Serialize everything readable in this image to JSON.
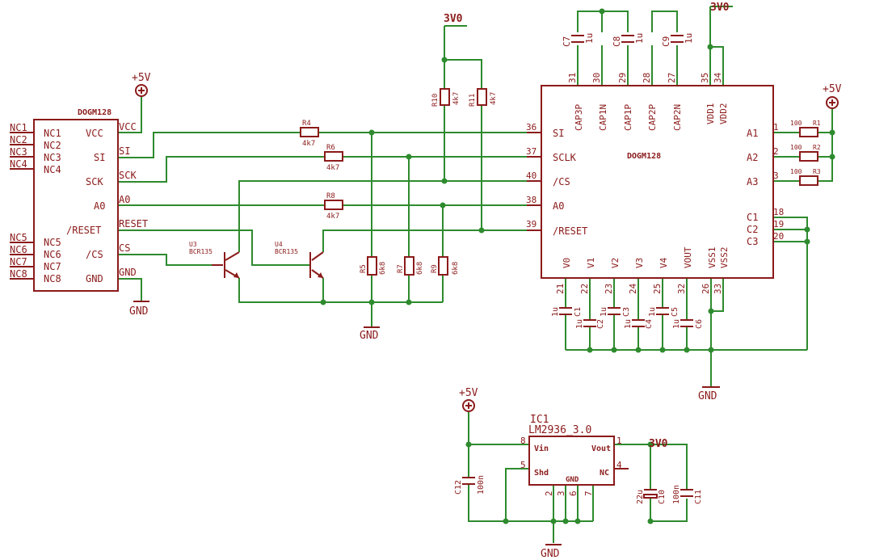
{
  "supplies": {
    "plus5v": "+5V",
    "v3v0": "3V0",
    "gnd": "GND"
  },
  "conn": {
    "name": "DOGM128",
    "pins_left": [
      "NC1",
      "NC2",
      "NC3",
      "NC4",
      "NC5",
      "NC6",
      "NC7",
      "NC8"
    ],
    "inner_left": [
      "NC1",
      "NC2",
      "NC3",
      "NC4",
      "NC5",
      "NC6",
      "NC7",
      "NC8"
    ],
    "inner_right": [
      "VCC",
      "SI",
      "SCK",
      "A0",
      "/RESET",
      "/CS",
      "GND"
    ],
    "nets_right": [
      "VCC",
      "SI",
      "SCK",
      "A0",
      "RESET",
      "CS",
      "GND"
    ]
  },
  "lcd": {
    "name": "DOGM128",
    "left_pins": [
      "SI",
      "SCLK",
      "/CS",
      "A0",
      "/RESET"
    ],
    "left_nums": [
      "36",
      "37",
      "40",
      "38",
      "39"
    ],
    "top_pins": [
      "CAP3P",
      "CAP1N",
      "CAP1P",
      "CAP2P",
      "CAP2N",
      "VDD1",
      "VDD2"
    ],
    "top_nums": [
      "31",
      "30",
      "29",
      "28",
      "27",
      "35",
      "34"
    ],
    "bottom_pins": [
      "V0",
      "V1",
      "V2",
      "V3",
      "V4",
      "VOUT",
      "VSS1",
      "VSS2"
    ],
    "bottom_nums": [
      "21",
      "22",
      "23",
      "24",
      "25",
      "32",
      "26",
      "33"
    ],
    "right_pins": [
      "A1",
      "A2",
      "A3",
      "C1",
      "C2",
      "C3"
    ],
    "right_nums": [
      "1",
      "2",
      "3",
      "18",
      "19",
      "20"
    ]
  },
  "resistors": {
    "r4": {
      "name": "R4",
      "value": "4k7"
    },
    "r6": {
      "name": "R6",
      "value": "4k7"
    },
    "r8": {
      "name": "R8",
      "value": "4k7"
    },
    "r5": {
      "name": "R5",
      "value": "6k8"
    },
    "r7": {
      "name": "R7",
      "value": "6k8"
    },
    "r9": {
      "name": "R9",
      "value": "6k8"
    },
    "r10": {
      "name": "R10",
      "value": "4k7"
    },
    "r11": {
      "name": "R11",
      "value": "4k7"
    },
    "r1": {
      "name": "R1",
      "value": "100"
    },
    "r2": {
      "name": "R2",
      "value": "100"
    },
    "r3": {
      "name": "R3",
      "value": "100"
    }
  },
  "transistors": {
    "u3": {
      "name": "U3",
      "type": "BCR135"
    },
    "u4": {
      "name": "U4",
      "type": "BCR135"
    }
  },
  "caps": {
    "c7": {
      "name": "C7",
      "value": "1u"
    },
    "c8": {
      "name": "C8",
      "value": "1u"
    },
    "c9": {
      "name": "C9",
      "value": "1u"
    },
    "c1": {
      "name": "C1",
      "value": "1u"
    },
    "c2": {
      "name": "C2",
      "value": "1u"
    },
    "c3": {
      "name": "C3",
      "value": "1u"
    },
    "c4": {
      "name": "C4",
      "value": "1u"
    },
    "c5": {
      "name": "C5",
      "value": "1u"
    },
    "c6": {
      "name": "C6",
      "value": "1u"
    },
    "c10": {
      "name": "C10",
      "value": "22u"
    },
    "c11": {
      "name": "C11",
      "value": "100n"
    },
    "c12": {
      "name": "C12",
      "value": "100n"
    }
  },
  "regulator": {
    "ref": "IC1",
    "part": "LM2936_3.0",
    "vin": "Vin",
    "vout": "Vout",
    "shd": "Shd",
    "nc": "NC",
    "gnd": "GND",
    "pin_vin": "8",
    "pin_vout": "1",
    "pin_shd": "5",
    "pin_nc": "4",
    "pins_gnd": [
      "2",
      "3",
      "6",
      "7"
    ]
  },
  "colors": {
    "wire": "#2e8b2e",
    "part": "#8b1a1a",
    "background": "#ffffff"
  }
}
